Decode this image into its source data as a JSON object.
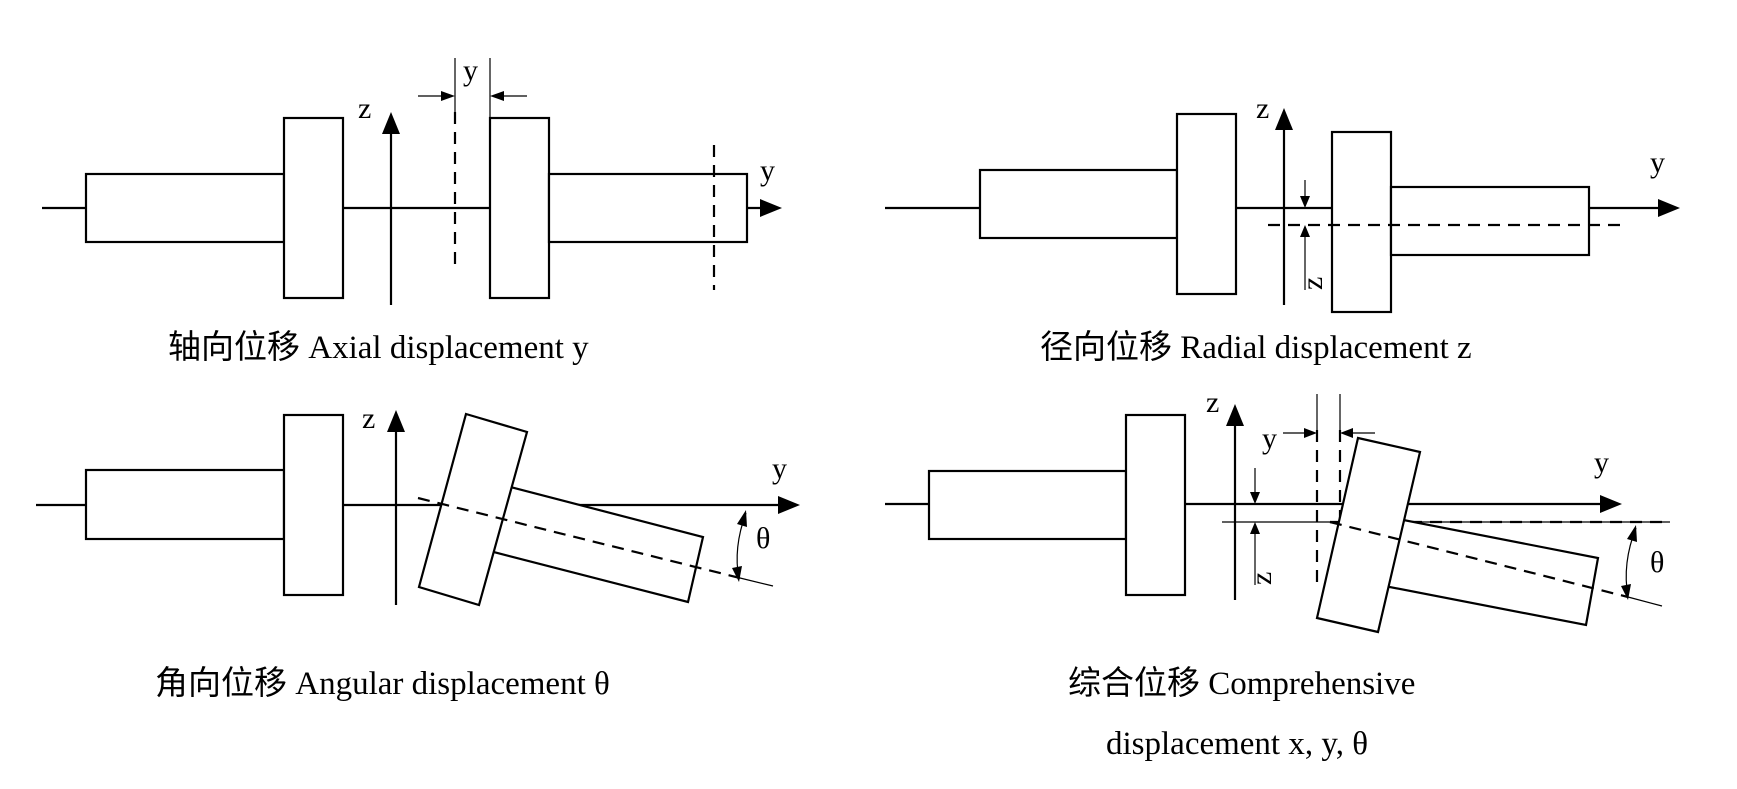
{
  "colors": {
    "line": "#000000",
    "background": "#ffffff"
  },
  "axes": {
    "y": "y",
    "z": "z",
    "theta": "θ"
  },
  "captions": {
    "axial": "轴向位移  Axial displacement y",
    "radial": "径向位移  Radial displacement z",
    "angular": "角向位移  Angular displacement  θ",
    "combined_line1": "综合位移  Comprehensive",
    "combined_line2": "displacement x, y,  θ"
  }
}
